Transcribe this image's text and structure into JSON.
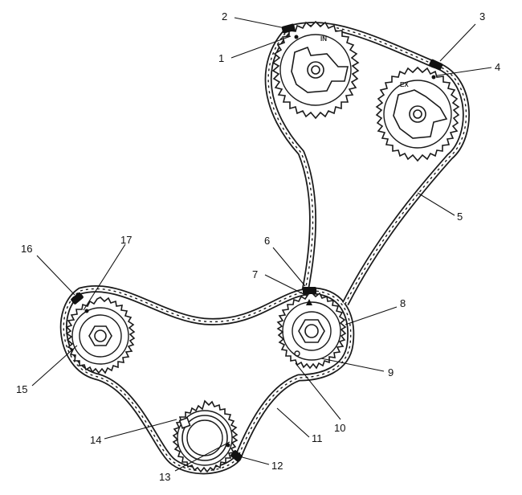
{
  "diagram": {
    "callouts": [
      "1",
      "2",
      "3",
      "4",
      "5",
      "6",
      "7",
      "8",
      "9",
      "10",
      "11",
      "12",
      "13",
      "14",
      "15",
      "16",
      "17"
    ],
    "cam_stamps": {
      "intake": "IN",
      "exhaust": "EX"
    }
  }
}
